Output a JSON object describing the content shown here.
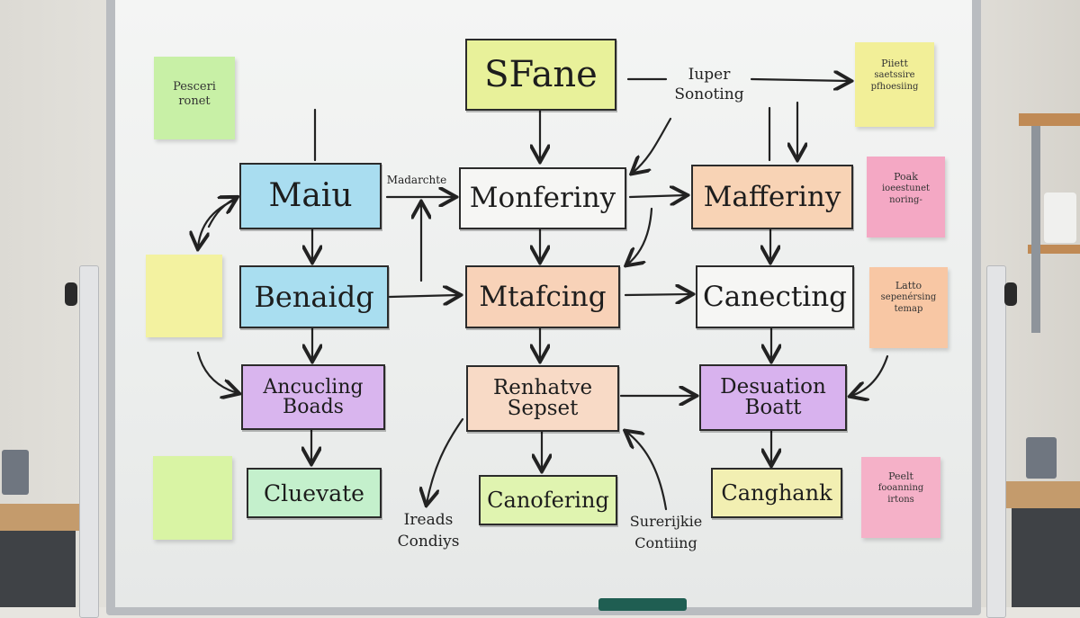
{
  "sticky_notes": [
    {
      "id": "top-left",
      "lines": [
        "Pesceri",
        "ronet"
      ],
      "color": "#c8f0a6"
    },
    {
      "id": "mid-left",
      "lines": [],
      "color": "#f3f2a0"
    },
    {
      "id": "bottom-left",
      "lines": [],
      "color": "#d9f4a4"
    },
    {
      "id": "top-right",
      "lines": [
        "Piiett",
        "saetssire",
        "pfhoesiing"
      ],
      "color": "#f2ef98"
    },
    {
      "id": "pink-upper",
      "lines": [
        "Poak",
        "ioeestunet",
        "noring-"
      ],
      "color": "#f4a8c4"
    },
    {
      "id": "orange",
      "lines": [
        "Latto",
        "sepenérsing",
        "temap"
      ],
      "color": "#f8c7a4"
    },
    {
      "id": "pink-lower",
      "lines": [
        "Peelt",
        "fooanning",
        "irtons"
      ],
      "color": "#f5b1c8"
    }
  ],
  "boxes": [
    {
      "id": "sfane",
      "lines": [
        "SFane"
      ],
      "color": "#e8f19a"
    },
    {
      "id": "maiu",
      "lines": [
        "Maiu"
      ],
      "color": "#a9ddf0"
    },
    {
      "id": "monferiny",
      "lines": [
        "Monferiny"
      ],
      "color": "#f6f6f4"
    },
    {
      "id": "mafferiny",
      "lines": [
        "Mafferiny"
      ],
      "color": "#f8d3b5"
    },
    {
      "id": "benaidg",
      "lines": [
        "Benaidg"
      ],
      "color": "#a9def0"
    },
    {
      "id": "mtafcing",
      "lines": [
        "Mtafcing"
      ],
      "color": "#f8d2b8"
    },
    {
      "id": "canecting",
      "lines": [
        "Canecting"
      ],
      "color": "#f6f6f4"
    },
    {
      "id": "ancucling",
      "lines": [
        "Ancucling",
        "Boads"
      ],
      "color": "#d9b5ee"
    },
    {
      "id": "renhatve",
      "lines": [
        "Renhatve",
        "Sepset"
      ],
      "color": "#f8dac6"
    },
    {
      "id": "desuation",
      "lines": [
        "Desuation",
        "Boatt"
      ],
      "color": "#d8b2ee"
    },
    {
      "id": "cluevate",
      "lines": [
        "Cluevate"
      ],
      "color": "#c4f0cc"
    },
    {
      "id": "canofering",
      "lines": [
        "Canofering"
      ],
      "color": "#e0f4b0"
    },
    {
      "id": "canghank",
      "lines": [
        "Canghank"
      ],
      "color": "#f2efb2"
    }
  ],
  "labels": {
    "iuper_sonoting": [
      "Iuper",
      "Sonoting"
    ],
    "madarchte": "Madarchte",
    "ireads_condiys": [
      "Ireads",
      "Condiys"
    ],
    "surerijkie_contiing": [
      "Surerijkie",
      "Contiing"
    ]
  }
}
